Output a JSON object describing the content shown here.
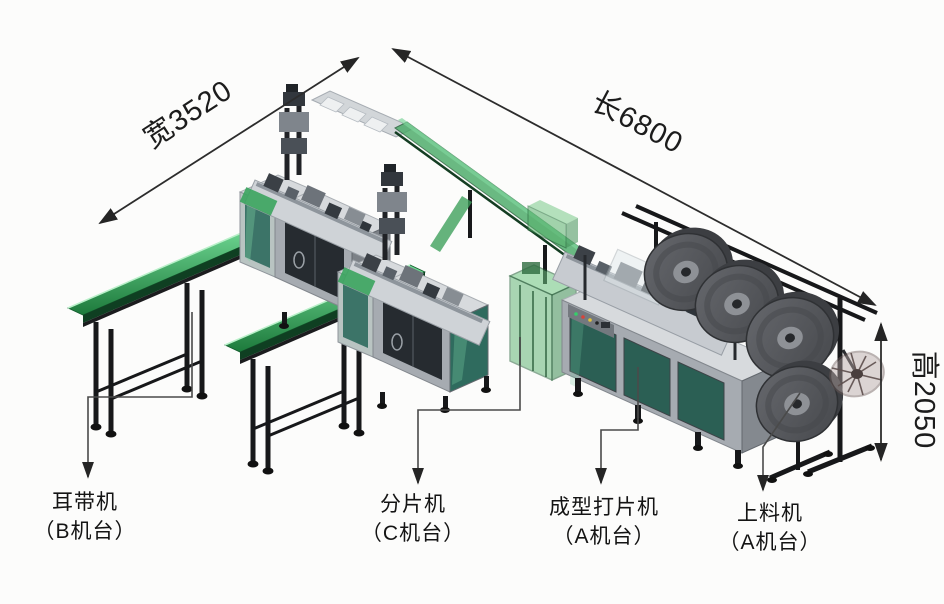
{
  "diagram": {
    "type": "mask-machine-production-line-dimension-diagram",
    "dimensions": {
      "width_label": "宽3520",
      "length_label": "长6800",
      "height_label": "高2050",
      "width_mm": 3520,
      "length_mm": 6800,
      "height_mm": 2050
    },
    "machines": [
      {
        "name": "耳带机",
        "station": "（B机台）"
      },
      {
        "name": "分片机",
        "station": "（C机台）"
      },
      {
        "name": "成型打片机",
        "station": "（A机台）"
      },
      {
        "name": "上料机",
        "station": "（A机台）"
      }
    ],
    "colors": {
      "background": "#fcfcfb",
      "belt_green": "#3fb268",
      "belt_dark": "#0f3f22",
      "guard_green": "#57b06b",
      "cabinet_top": "#d7dadd",
      "cabinet_front": "#a6abb1",
      "cabinet_side": "#84898f",
      "door_dark": "#262b30",
      "window_teal": "#2f6b5e",
      "frame_black": "#17181a",
      "roll_gray": "#56585c",
      "line_color": "#2c2c2c"
    }
  }
}
